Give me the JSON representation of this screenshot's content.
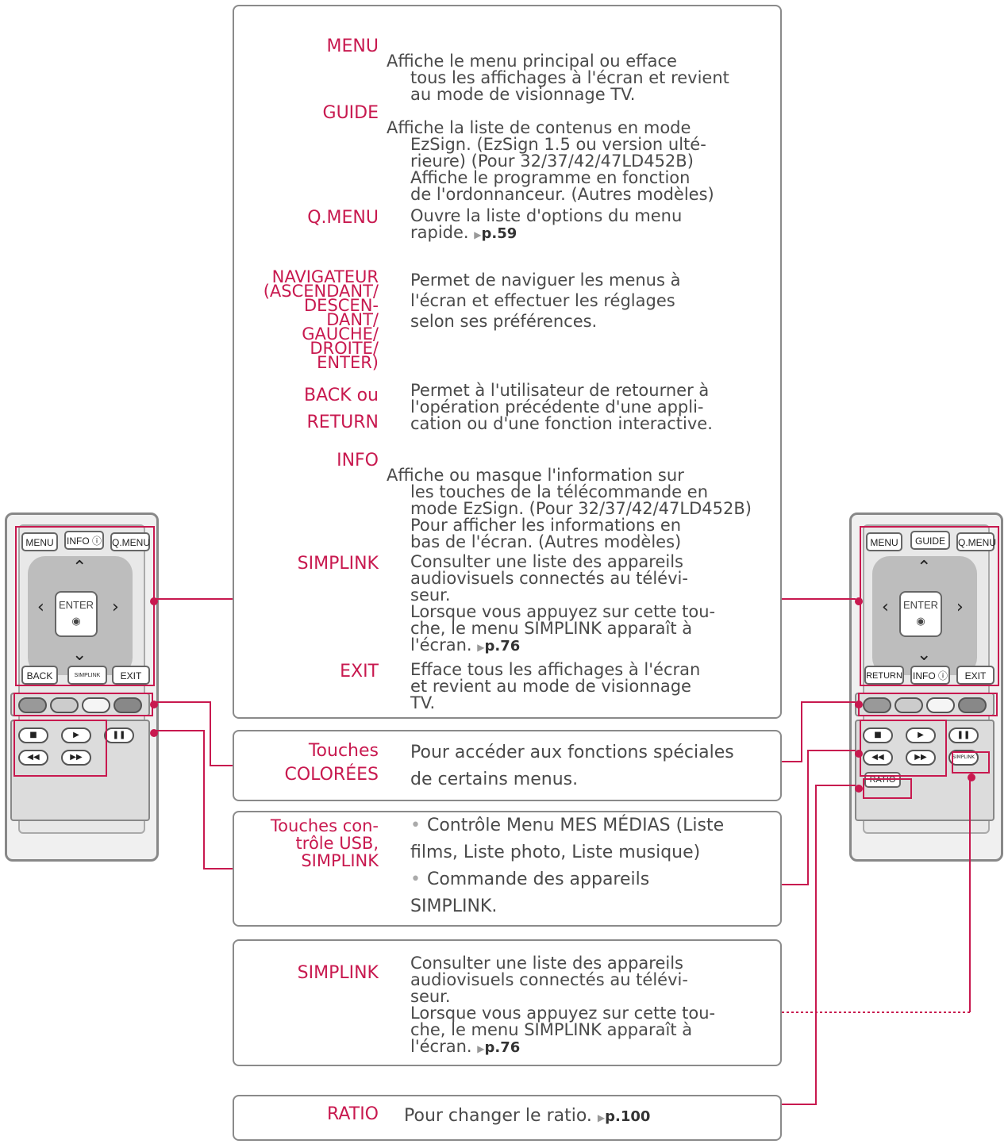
{
  "main_panel": {
    "entries": [
      {
        "key": "MENU",
        "desc_first": "Affiche le menu principal ou efface",
        "desc_rest": "tous les affichages à l'écran et revient\nau mode de visionnage TV."
      },
      {
        "key": "GUIDE",
        "desc_first": "Affiche la liste de contenus en mode",
        "desc_rest": "EzSign. (EzSign 1.5 ou version ulté-\nrieure) (Pour 32/37/42/47LD452B)\nAffiche le programme en fonction\nde l'ordonnanceur. (Autres modèles)"
      },
      {
        "key": "Q.MENU",
        "desc": "Ouvre la liste d'options du menu\nrapide.",
        "ref": "p.59"
      },
      {
        "key": "NAVIGATEUR\n(ASCENDANT/\nDESCEN-\nDANT/\nGAUCHE/\nDROITE/\nENTER)",
        "desc": "Permet de naviguer les menus à\nl'écran et effectuer les réglages\nselon ses préférences."
      },
      {
        "key": "BACK ou\nRETURN",
        "desc": "Permet à l'utilisateur de retourner à\nl'opération précédente d'une appli-\ncation ou d'une fonction interactive."
      },
      {
        "key": "INFO",
        "desc_first": "Affiche ou masque l'information sur",
        "desc_rest": "les touches de la télécommande en\nmode EzSign. (Pour 32/37/42/47LD452B)\nPour afficher les informations en\nbas de l'écran. (Autres modèles)"
      },
      {
        "key": "SIMPLINK",
        "desc": "Consulter une liste des appareils\naudiovisuels connectés au télévi-\nseur.\nLorsque vous appuyez sur cette tou-\nche, le menu SIMPLINK apparaît à\nl'écran.",
        "ref": "p.76"
      },
      {
        "key": "EXIT",
        "desc": "Efface tous les affichages à l'écran\net revient au mode de visionnage\nTV."
      }
    ]
  },
  "color_panel": {
    "key": "Touches\nCOLORÉES",
    "desc": "Pour accéder aux fonctions spéciales\nde certains menus."
  },
  "usb_panel": {
    "key": "Touches con-\ntrôle USB,\nSIMPLINK",
    "bullets": [
      "Contrôle Menu MES MÉDIAS (Liste\nfilms, Liste photo, Liste musique)",
      "Commande des appareils\nSIMPLINK."
    ]
  },
  "simplink_panel": {
    "key": "SIMPLINK",
    "desc": "Consulter une liste des appareils\naudiovisuels connectés au télévi-\nseur.\nLorsque vous appuyez sur cette tou-\nche, le menu SIMPLINK apparaît à\nl'écran.",
    "ref": "p.76"
  },
  "ratio_panel": {
    "key": "RATIO",
    "desc": "Pour changer le ratio.",
    "ref": "p.100"
  },
  "remote_left": {
    "top_buttons": [
      "MENU",
      "INFO ⓘ",
      "Q.MENU"
    ],
    "enter": "ENTER",
    "bottom_buttons": [
      "BACK",
      "SIMPLINK",
      "EXIT"
    ]
  },
  "remote_right": {
    "top_buttons": [
      "MENU",
      "GUIDE",
      "Q.MENU"
    ],
    "enter": "ENTER",
    "bottom_buttons": [
      "RETURN",
      "INFO ⓘ",
      "EXIT"
    ],
    "extra_button": "RATIO",
    "simplink_button": "SIMPLINK"
  },
  "colors": {
    "accent": "#c8194f",
    "border": "#8a8a8a"
  }
}
